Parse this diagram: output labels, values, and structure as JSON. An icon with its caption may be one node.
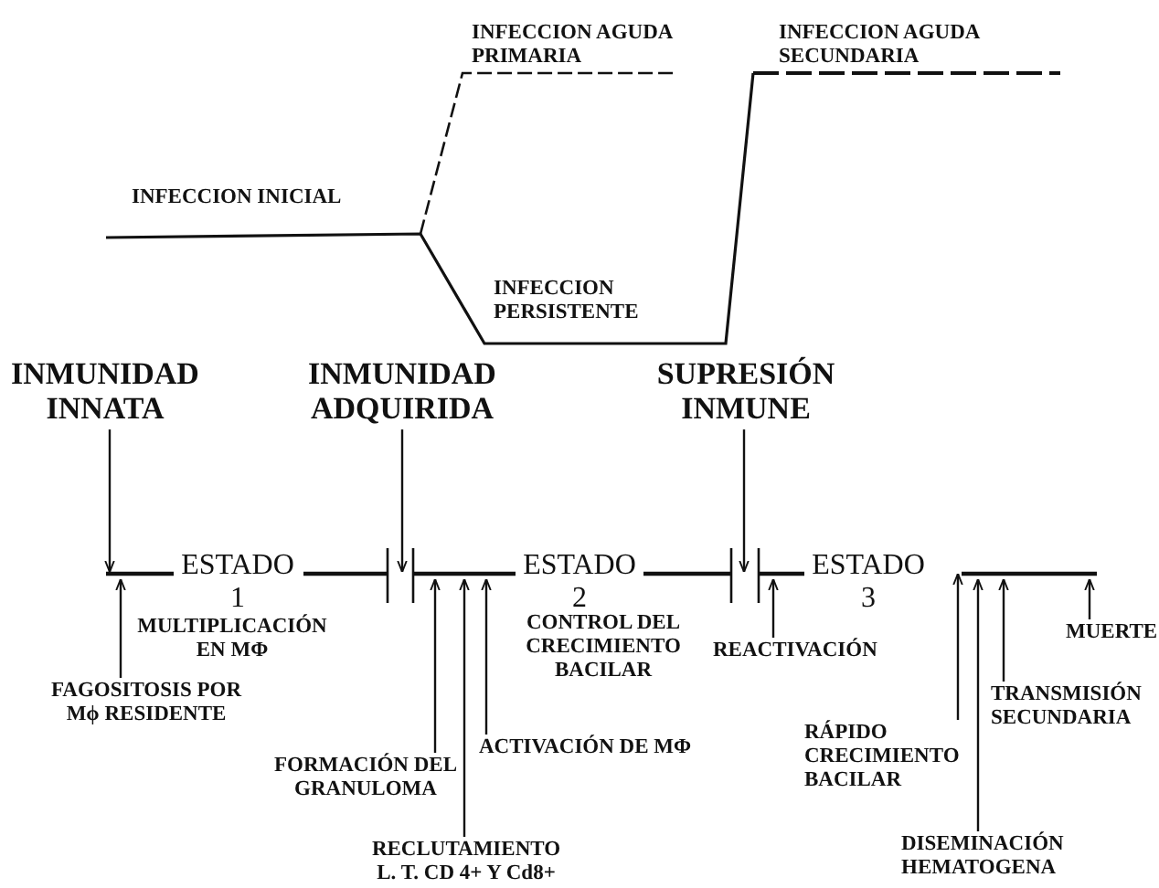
{
  "diagram": {
    "nodes": [
      {
        "text": [
          "INMUNIDAD INNATA"
        ]
      },
      {
        "text": [
          "INMUNIDAD ADQUIRIDA"
        ]
      },
      {
        "text": [
          "SUPRESIÓN INMUNE"
        ]
      },
      {
        "text": [
          "FAGOSITOSIS POR Mϕ RESIDENTE"
        ]
      },
      {
        "text": [
          "FORMACIÓN DEL GRANULOMA"
        ]
      },
      {
        "text": [
          "RECLUTAMIENTO L. T. CD 4+ Y Cd8+"
        ]
      },
      {
        "text": [
          "ACTIVACIÓN DE MΦ"
        ]
      },
      {
        "text": [
          "REACTIVACIÓN"
        ]
      },
      {
        "text": [
          "RÁPIDO CRECIMIENTO BACILAR"
        ]
      },
      {
        "text": [
          "DISEMINACIÓN HEMATOGENA"
        ]
      },
      {
        "text": [
          "TRANSMISIÓN SECUNDARIA"
        ]
      },
      {
        "text": [
          "MUERTE"
        ]
      }
    ],
    "edges": [
      {
        "from": 0,
        "to": null,
        "arrow": "to"
      },
      {
        "from": 1,
        "to": null,
        "arrow": "to"
      },
      {
        "from": 2,
        "to": null,
        "arrow": "to"
      },
      {
        "from": 3,
        "to": null,
        "arrow": "to"
      },
      {
        "from": 4,
        "to": null,
        "arrow": "to"
      },
      {
        "from": 5,
        "to": null,
        "arrow": "to"
      },
      {
        "from": 6,
        "to": null,
        "arrow": "to"
      },
      {
        "from": 7,
        "to": null,
        "arrow": "to"
      },
      {
        "from": 8,
        "to": null,
        "arrow": "to"
      },
      {
        "from": 9,
        "to": null,
        "arrow": "to"
      },
      {
        "from": 10,
        "to": null,
        "arrow": "to"
      },
      {
        "from": 11,
        "to": null,
        "arrow": "to"
      }
    ],
    "labels": [
      "INFECCION AGUDA PRIMARIA",
      "INFECCION AGUDA SECUNDARIA",
      "INFECCION INICIAL",
      "INFECCION PERSISTENTE",
      "ESTADO 1",
      "ESTADO 2",
      "ESTADO 3",
      "MULTIPLICACIÓN EN MΦ",
      "CONTROL DEL CRECIMIENTO BACILAR"
    ]
  }
}
